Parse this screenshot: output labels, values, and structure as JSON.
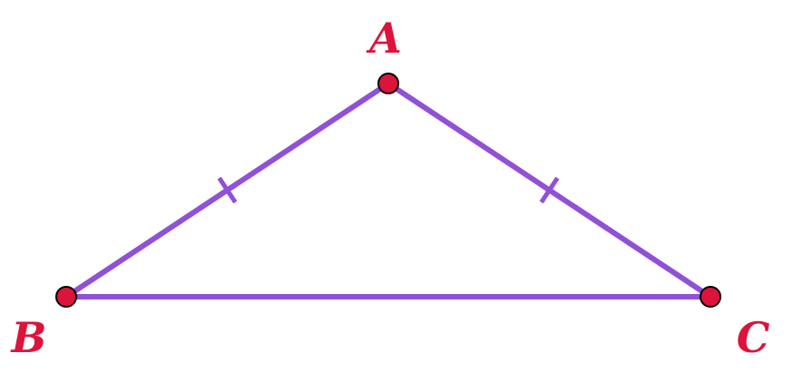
{
  "diagram": {
    "type": "isosceles-triangle",
    "colors": {
      "side": "#9050d8",
      "point": "#dc143c",
      "label": "#dc143c",
      "outline": "#000000"
    },
    "vertices": [
      {
        "id": "A",
        "label": "A"
      },
      {
        "id": "B",
        "label": "B"
      },
      {
        "id": "C",
        "label": "C"
      }
    ],
    "segments": [
      {
        "from": "A",
        "to": "B",
        "tick_marks": 1
      },
      {
        "from": "A",
        "to": "C",
        "tick_marks": 1
      },
      {
        "from": "B",
        "to": "C",
        "tick_marks": 0
      }
    ]
  }
}
